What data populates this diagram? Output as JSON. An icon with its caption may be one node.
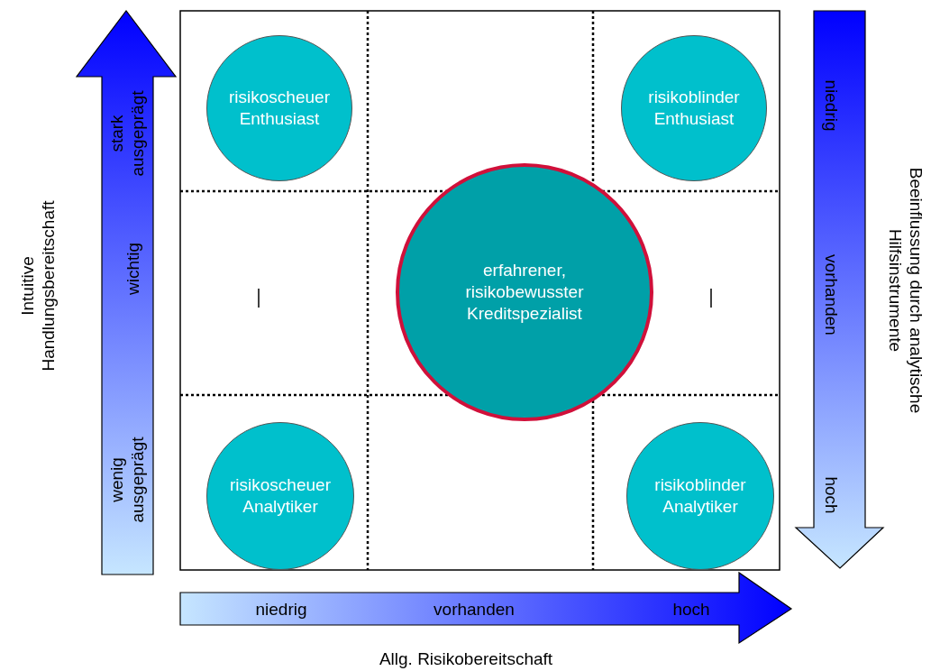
{
  "diagram": {
    "nodes": [
      {
        "text": [
          "risikoscheuer Enthusiast"
        ]
      },
      {
        "text": [
          "risikoblinder Enthusiast"
        ]
      },
      {
        "text": [
          "erfahrener, risikobewusster Kreditspezialist"
        ]
      },
      {
        "text": [
          "risikoscheuer Analytiker"
        ]
      },
      {
        "text": [
          "risikoblinder Analytiker"
        ]
      }
    ],
    "edges": [],
    "labels": [
      "Intuitive Handlungsbereitschaft",
      "stark ausgeprägt",
      "wichtig",
      "wenig ausgeprägt",
      "Beeinflussung durch analytische Hilfsinstrumente",
      "niedrig",
      "vorhanden",
      "hoch",
      "niedrig",
      "vorhanden",
      "hoch",
      "Allg. Risikobereitschaft"
    ]
  }
}
